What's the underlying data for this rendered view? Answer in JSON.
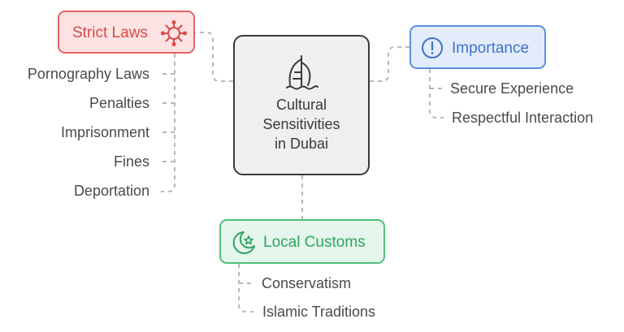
{
  "center": {
    "line1": "Cultural",
    "line2": "Sensitivities",
    "line3": "in Dubai",
    "icon": "burj-al-arab-icon"
  },
  "strict_laws": {
    "title": "Strict Laws",
    "icon": "virus-icon",
    "color": "#e06666",
    "items": [
      "Pornography Laws",
      "Penalties",
      "Imprisonment",
      "Fines",
      "Deportation"
    ]
  },
  "importance": {
    "title": "Importance",
    "icon": "exclamation-circle-icon",
    "color": "#5b8fdc",
    "items": [
      "Secure Experience",
      "Respectful Interaction"
    ]
  },
  "local_customs": {
    "title": "Local Customs",
    "icon": "crescent-star-icon",
    "color": "#4fc07d",
    "items": [
      "Conservatism",
      "Islamic Traditions"
    ]
  }
}
